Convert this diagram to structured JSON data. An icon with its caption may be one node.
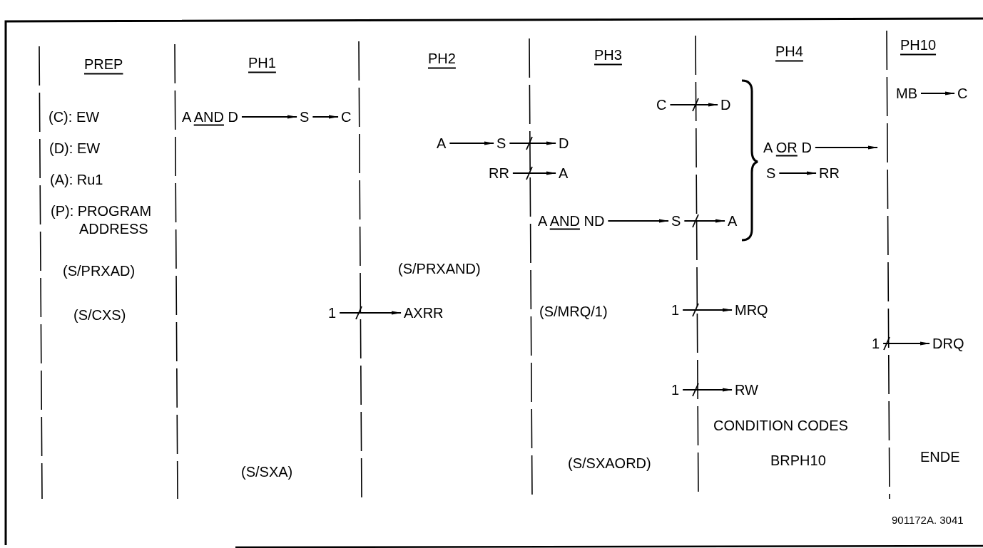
{
  "diagram": {
    "nodes": [
      {
        "text": [
          "A AND D"
        ]
      },
      {
        "text": [
          "S"
        ]
      },
      {
        "text": [
          "C"
        ]
      },
      {
        "text": [
          "A"
        ]
      },
      {
        "text": [
          "S"
        ]
      },
      {
        "text": [
          "D"
        ]
      },
      {
        "text": [
          "RR"
        ]
      },
      {
        "text": [
          "A"
        ]
      },
      {
        "text": [
          "C"
        ]
      },
      {
        "text": [
          "D"
        ]
      },
      {
        "text": [
          "A AND ND"
        ]
      },
      {
        "text": [
          "S"
        ]
      },
      {
        "text": [
          "A"
        ]
      },
      {
        "text": [
          "A OR D"
        ]
      },
      {
        "text": [
          "S"
        ]
      },
      {
        "text": [
          "RR"
        ]
      },
      {
        "text": [
          "MB"
        ]
      },
      {
        "text": [
          "C"
        ]
      },
      {
        "text": [
          "1"
        ]
      },
      {
        "text": [
          "AXRR"
        ]
      },
      {
        "text": [
          "1"
        ]
      },
      {
        "text": [
          "MRQ"
        ]
      },
      {
        "text": [
          "1"
        ]
      },
      {
        "text": [
          "RW"
        ]
      },
      {
        "text": [
          "1"
        ]
      },
      {
        "text": [
          "DRQ"
        ]
      }
    ],
    "edges": [
      {
        "from": 0,
        "to": 1,
        "arrow": "to"
      },
      {
        "from": 1,
        "to": 2,
        "arrow": "to"
      },
      {
        "from": 3,
        "to": 4,
        "arrow": "to"
      },
      {
        "from": 4,
        "to": 5,
        "arrow": "to"
      },
      {
        "from": 6,
        "to": 7,
        "arrow": "to"
      },
      {
        "from": 8,
        "to": 9,
        "arrow": "to"
      },
      {
        "from": 10,
        "to": 11,
        "arrow": "to"
      },
      {
        "from": 11,
        "to": 12,
        "arrow": "to"
      },
      {
        "from": 13,
        "to": null,
        "arrow": "to"
      },
      {
        "from": 14,
        "to": 15,
        "arrow": "to"
      },
      {
        "from": 16,
        "to": 17,
        "arrow": "to"
      },
      {
        "from": 18,
        "to": 19,
        "arrow": "to"
      },
      {
        "from": 20,
        "to": 21,
        "arrow": "to"
      },
      {
        "from": 22,
        "to": 23,
        "arrow": "to"
      },
      {
        "from": 24,
        "to": 25,
        "arrow": "to"
      }
    ],
    "labels": [
      "PREP",
      "PH1",
      "PH2",
      "PH3",
      "PH4",
      "PH10",
      "(C): EW",
      "(D): EW",
      "(A): Ru1",
      "(P): PROGRAM ADDRESS",
      "(S/PRXAD)",
      "(S/PRXAND)",
      "(S/CXS)",
      "(S/MRQ/1)",
      "CONDITION CODES",
      "(S/SXA)",
      "(S/SXAORD)",
      "BRPH10",
      "ENDE",
      "901172A. 3041"
    ]
  }
}
